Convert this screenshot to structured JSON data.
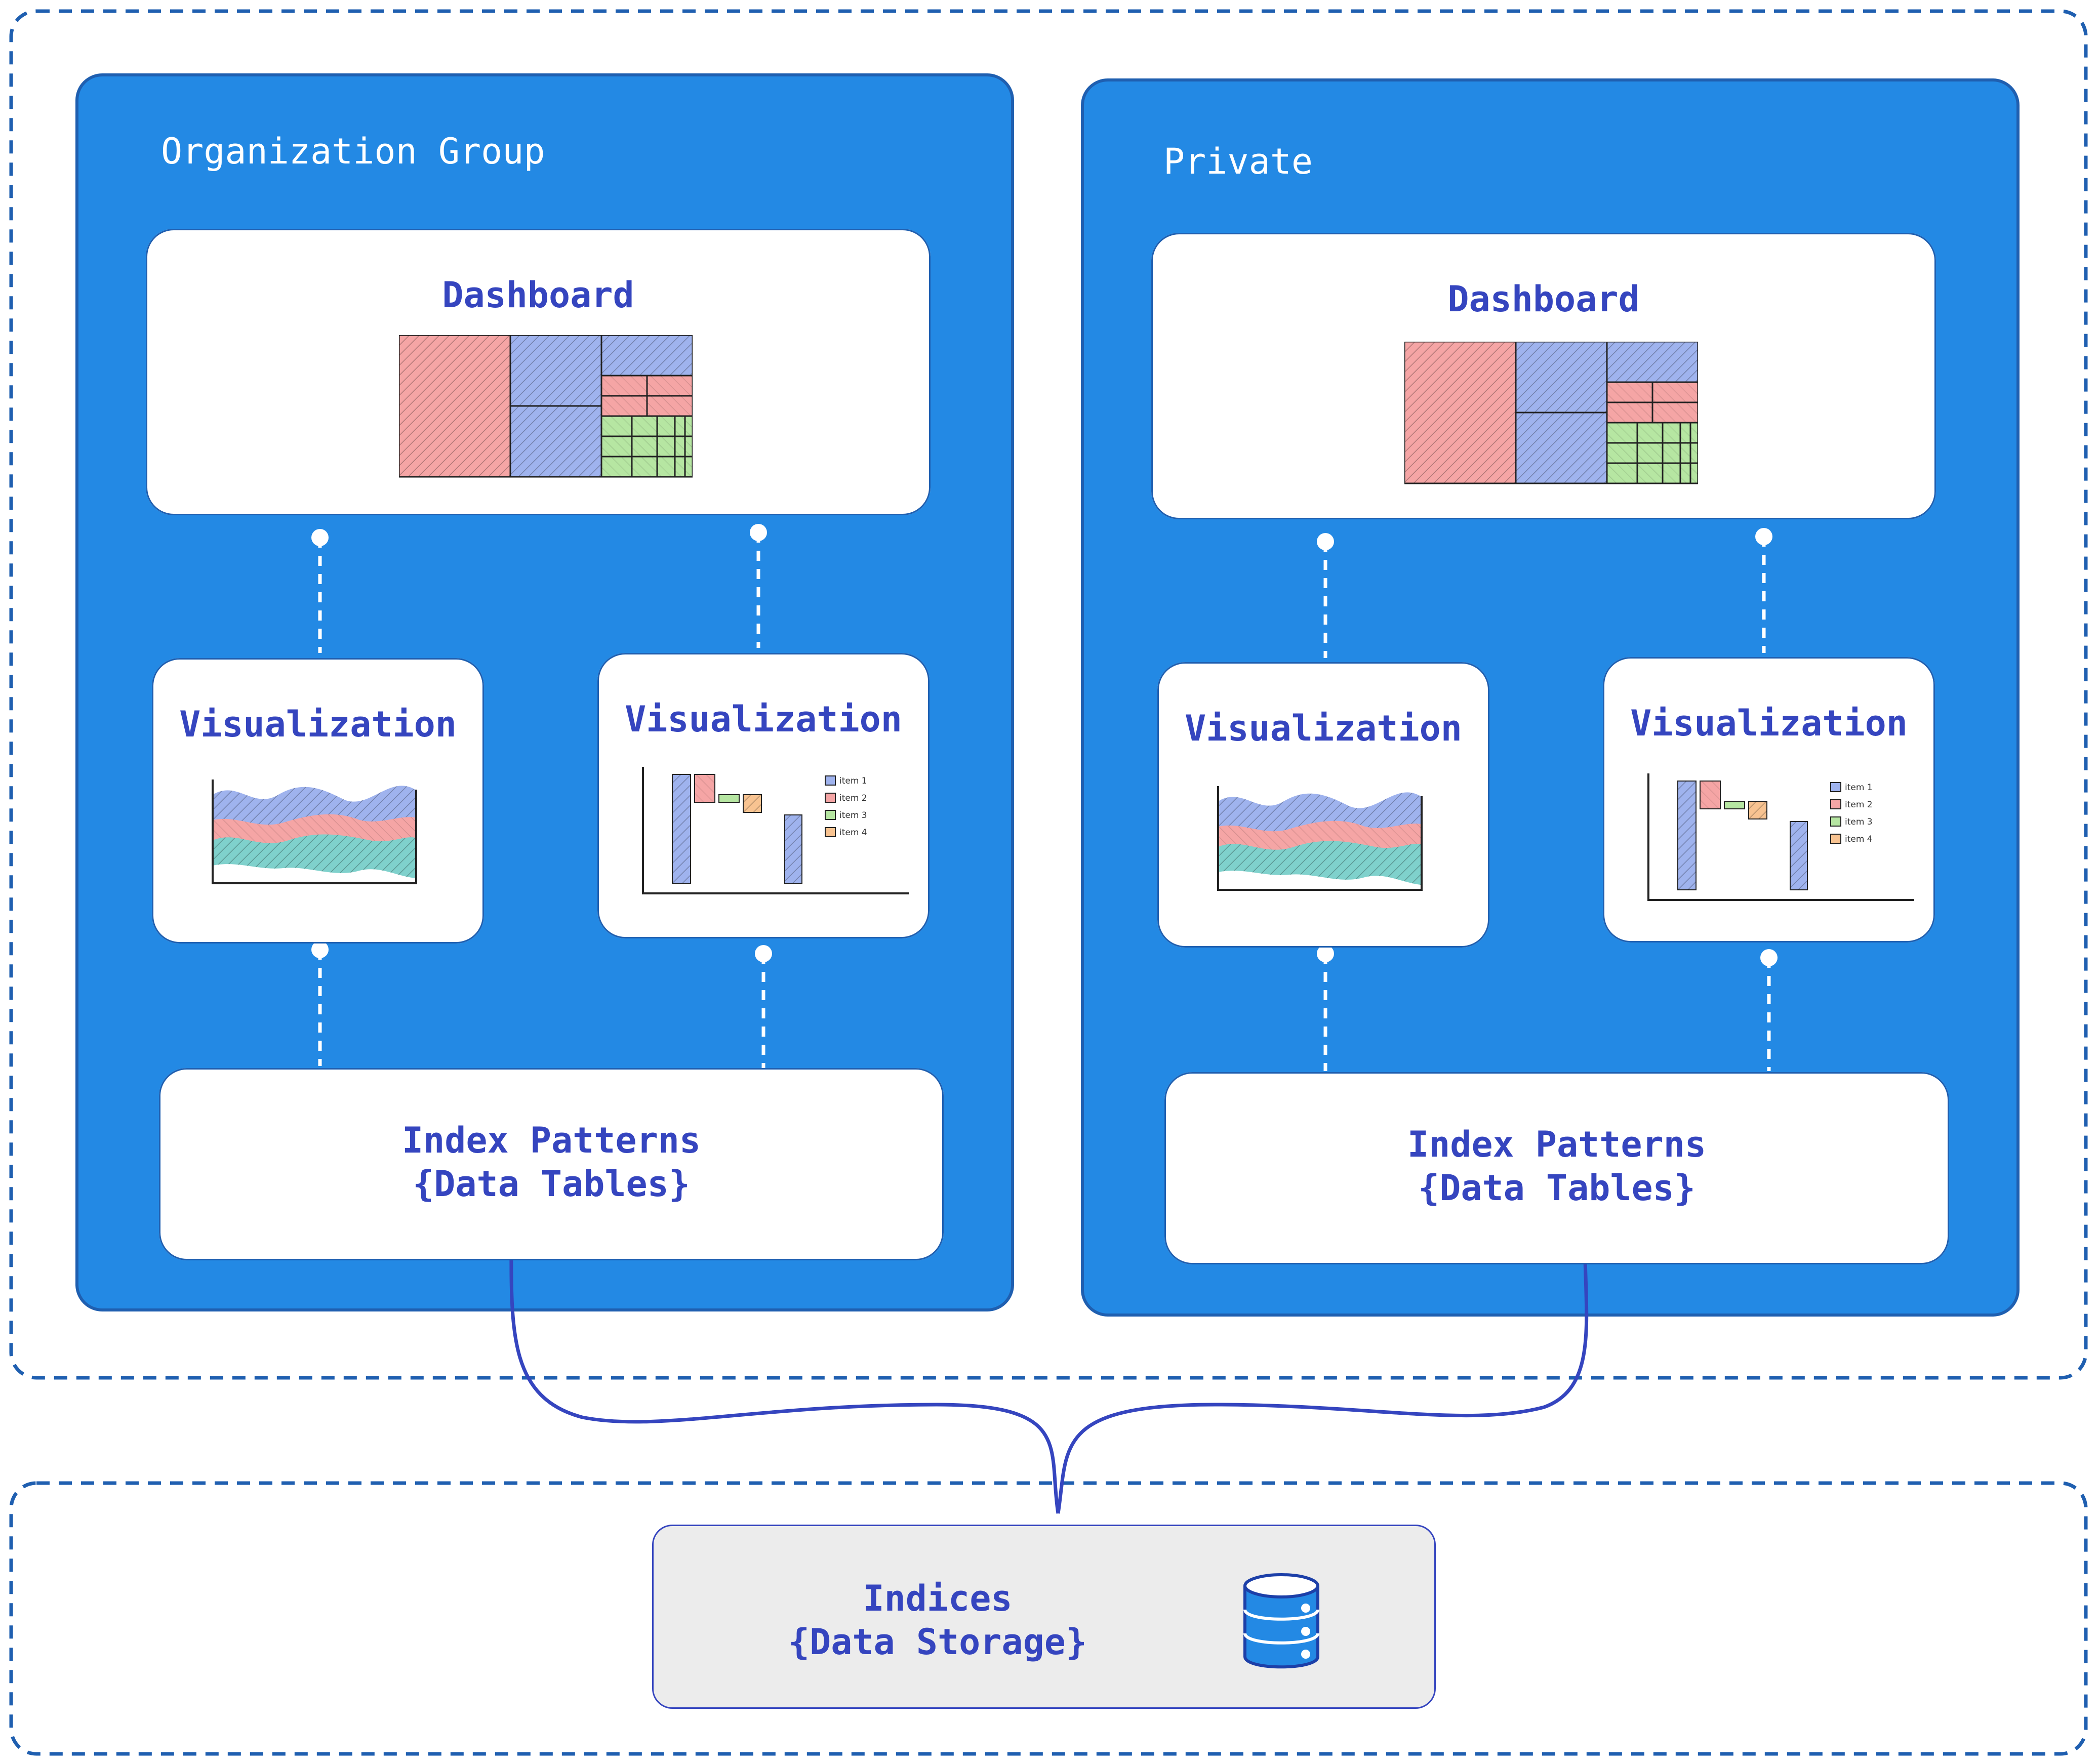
{
  "org_group": {
    "label": "Organization Group",
    "dashboard_title": "Dashboard",
    "visualization_1_title": "Visualization",
    "visualization_2_title": "Visualization",
    "index_patterns": {
      "line1": "Index Patterns",
      "line2": "{Data Tables}"
    }
  },
  "private_group": {
    "label": "Private",
    "dashboard_title": "Dashboard",
    "visualization_1_title": "Visualization",
    "visualization_2_title": "Visualization",
    "index_patterns": {
      "line1": "Index Patterns",
      "line2": "{Data Tables}"
    }
  },
  "storage": {
    "line1": "Indices",
    "line2": "{Data Storage}"
  },
  "legend_items": [
    "item 1",
    "item 2",
    "item 3",
    "item 4"
  ],
  "colors": {
    "group_fill": "#2389e4",
    "group_border": "#1f5fb0",
    "card_text": "#3545bf",
    "dashed_border": "#1f5fb0",
    "storage_fill": "#ececec",
    "arrow": "#3545bf",
    "red": "#f5a5a5",
    "blue": "#9fb3ee",
    "green": "#b6e6a2",
    "teal": "#7fd1cc",
    "orange": "#f8c391"
  },
  "icons": [
    "database-icon",
    "area-chart-icon",
    "waterfall-chart-icon",
    "treemap-icon"
  ]
}
